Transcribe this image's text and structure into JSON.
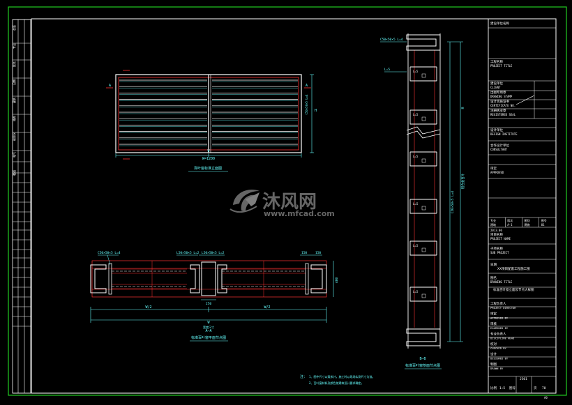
{
  "colors": {
    "background": "#000000",
    "frame": "#22cc22",
    "sheet_border": "#ffffff",
    "part_line": "#ff3333",
    "dimension": "#66ffff",
    "highlight": "#ffffff",
    "watermark": "#888888"
  },
  "watermark": {
    "text": "沐风网",
    "url": "www.mfcad.com",
    "logo_icon": "mfcad-logo-icon"
  },
  "views": {
    "front_elevation": {
      "title": "百叶窗标准立面图",
      "width_dim": "W",
      "width_total": "W=1200",
      "height_dim": "H",
      "blade_note": "C50×50×5 L=4",
      "section_mark": "A"
    },
    "plan_section": {
      "title": "标准百叶窗平面节点图",
      "section_label": "A—A",
      "dim_half_left": "W/2",
      "dim_half_right": "W/2",
      "dim_mid": "250",
      "dim_total": "W",
      "dim_total_note": "宽度尺寸",
      "dim_height": "400",
      "callout_left": "C50×50×5 L=4",
      "callout_mid_a": "L50×50×5 L=2",
      "callout_mid_b": "L50×50×5 L=2",
      "callout_right_a": "150",
      "callout_right_b": "150"
    },
    "vertical_section": {
      "title": "标准百叶窗剖面节点图",
      "section_label": "B—B",
      "callout_top": "C50×50×5 L=4",
      "callout_mid": "铝合金百叶",
      "dim_side": "C50×50×5 L=4",
      "dim_vertical": "H",
      "blade_label": "L=5"
    }
  },
  "notes": {
    "heading": "注：",
    "line1": "1、图中尺寸以毫米计，施工时以现场实测尺寸为准。",
    "line2": "2、百叶窗材料及颜色按建筑设计要求确定。"
  },
  "left_strip": {
    "labels": [
      "会签",
      "专业",
      "姓名",
      "日期",
      "建筑",
      "结构",
      "给排水",
      "电气",
      "暖通"
    ]
  },
  "title_block": {
    "header": "建设单位名称",
    "project_label": "工程名称",
    "project_label_en": "PROJECT TITLE",
    "client_label": "建设单位",
    "client_label_en": "CLIENT",
    "design_unit_label": "设计单位",
    "design_unit_en": "DESIGN INSTITUTE",
    "stamp_label": "出图专用章",
    "stamp_en": "DRAWING STAMP",
    "qualification_label": "设计资质证书",
    "qualification_en": "CERTIFICATE NO.",
    "consultant_label": "合作设计单位",
    "consultant_en": "CONSULTANT",
    "reg_label": "注册执业章",
    "reg_en": "REGISTERED SEAL",
    "approval_label": "审定",
    "approval_en": "APPROVED",
    "table_headers": [
      "专业",
      "版次",
      "图别",
      "图号"
    ],
    "table_values": [
      "建筑",
      "A-1",
      "建施",
      "01"
    ],
    "date_label": "日期",
    "date_value": "2013.06",
    "project_name_label": "项目名称",
    "project_name_en": "PROJECT NAME",
    "subproject_label": "子项名称",
    "subproject_en": "SUB PROJECT",
    "subproject_value": "XX项目配套工程施工图",
    "drawing_title_label": "图名",
    "drawing_title_en": "DRAWING TITLE",
    "drawing_title_value": "标准百叶窗立面及节点大样图",
    "roles": [
      {
        "cn": "工程负责人",
        "en": "PROJECT DIRECTOR"
      },
      {
        "cn": "审定",
        "en": "APPROVED BY"
      },
      {
        "cn": "审核",
        "en": "EXAMINED BY"
      },
      {
        "cn": "专业负责人",
        "en": "DISCIPLINE HEAD"
      },
      {
        "cn": "校对",
        "en": "CHECKED BY"
      },
      {
        "cn": "设计",
        "en": "DESIGNED BY"
      },
      {
        "cn": "制图",
        "en": "DRAWN BY"
      }
    ],
    "scale_label": "比例",
    "scale_value": "1:5",
    "sheet_label": "图号",
    "sheet_value": "JS01",
    "page_label": "页",
    "page_value": "70",
    "version_tag": "A0"
  }
}
